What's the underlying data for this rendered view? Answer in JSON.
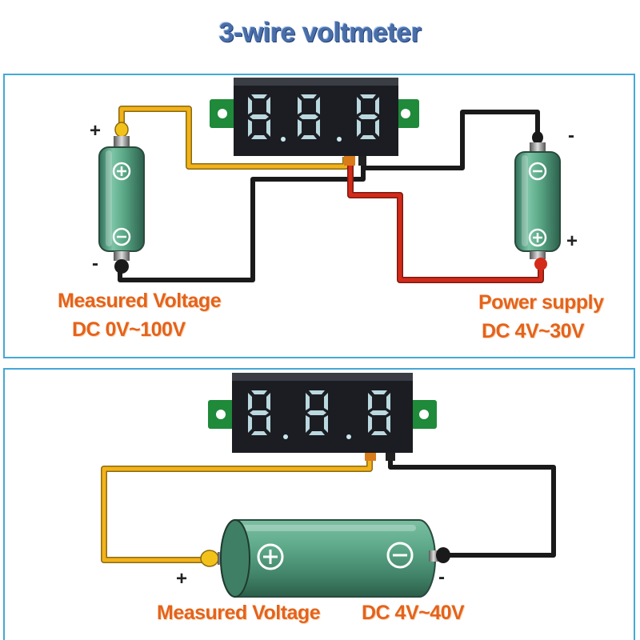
{
  "title": "3-wire voltmeter",
  "top_diagram": {
    "measured_label": "Measured  Voltage",
    "measured_range": "DC 0V~100V",
    "supply_label": "Power supply",
    "supply_range": "DC 4V~30V",
    "left_battery_plus": "+",
    "left_battery_minus": "-",
    "right_battery_minus": "-",
    "right_battery_plus": "+"
  },
  "bottom_diagram": {
    "measured_label": "Measured  Voltage",
    "range": "DC 4V~40V",
    "battery_plus": "+",
    "battery_minus": "-"
  },
  "colors": {
    "title": "#4a6fa8",
    "panel_border": "#43a8d8",
    "label_orange": "#e4631c",
    "wire_yellow": "#f2b21a",
    "wire_black": "#1a1a1a",
    "wire_red": "#d42a1a",
    "battery_green": "#4f9a7e",
    "display_digits": "#c9e8f0"
  },
  "icons": [
    "digital-voltmeter-display",
    "battery-icon",
    "plus-terminal-icon",
    "minus-terminal-icon"
  ]
}
